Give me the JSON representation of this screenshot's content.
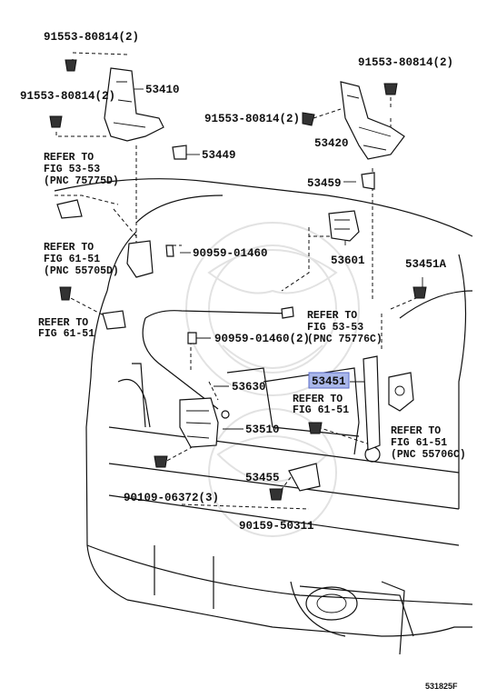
{
  "callouts": {
    "p53410": "53410",
    "p53449": "53449",
    "p53420": "53420",
    "p53459": "53459",
    "p53601": "53601",
    "p53451A": "53451A",
    "p53630": "53630",
    "p53451": "53451",
    "p53510": "53510",
    "p53455": "53455",
    "b91553_1": "91553-80814(2)",
    "b91553_2": "91553-80814(2)",
    "b91553_3": "91553-80814(2)",
    "b91553_4": "91553-80814(2)",
    "c90959_1": "90959-01460",
    "c90959_2": "90959-01460(2)",
    "b90109": "90109-06372(3)",
    "b90159": "90159-50311"
  },
  "references": {
    "r1": [
      "REFER TO",
      "FIG 53-53",
      "(PNC 75775D)"
    ],
    "r2": [
      "REFER TO",
      "FIG 61-51",
      "(PNC 55705D)"
    ],
    "r3": [
      "REFER TO",
      "FIG  61-51"
    ],
    "r4": [
      "REFER TO",
      "FIG 53-53",
      "(PNC 75776C)"
    ],
    "r5": [
      "REFER TO",
      "FIG  61-51"
    ],
    "r6": [
      "REFER TO",
      "FIG 61-51",
      "(PNC 55706C)"
    ]
  },
  "highlighted_part": "53451",
  "colors": {
    "ink": "#111111",
    "highlight_fill": "#a9b7ea",
    "highlight_stroke": "#5a6bc8",
    "watermark": "#e2e2e2"
  },
  "figure_code": "531825F"
}
